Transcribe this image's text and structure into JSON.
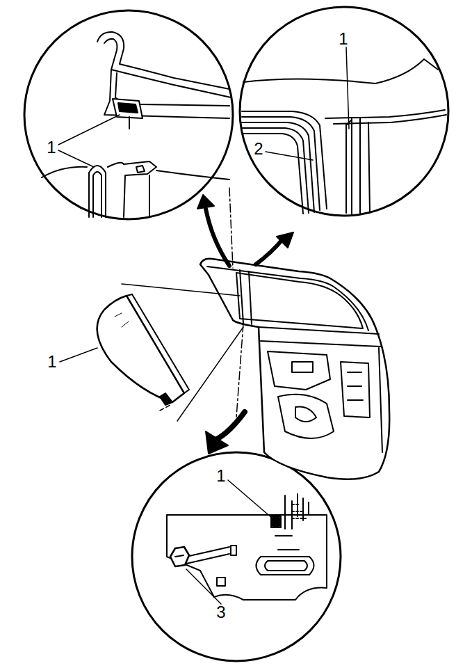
{
  "diagram": {
    "labels": [
      "1",
      "1",
      "2",
      "1",
      "1",
      "3"
    ]
  }
}
